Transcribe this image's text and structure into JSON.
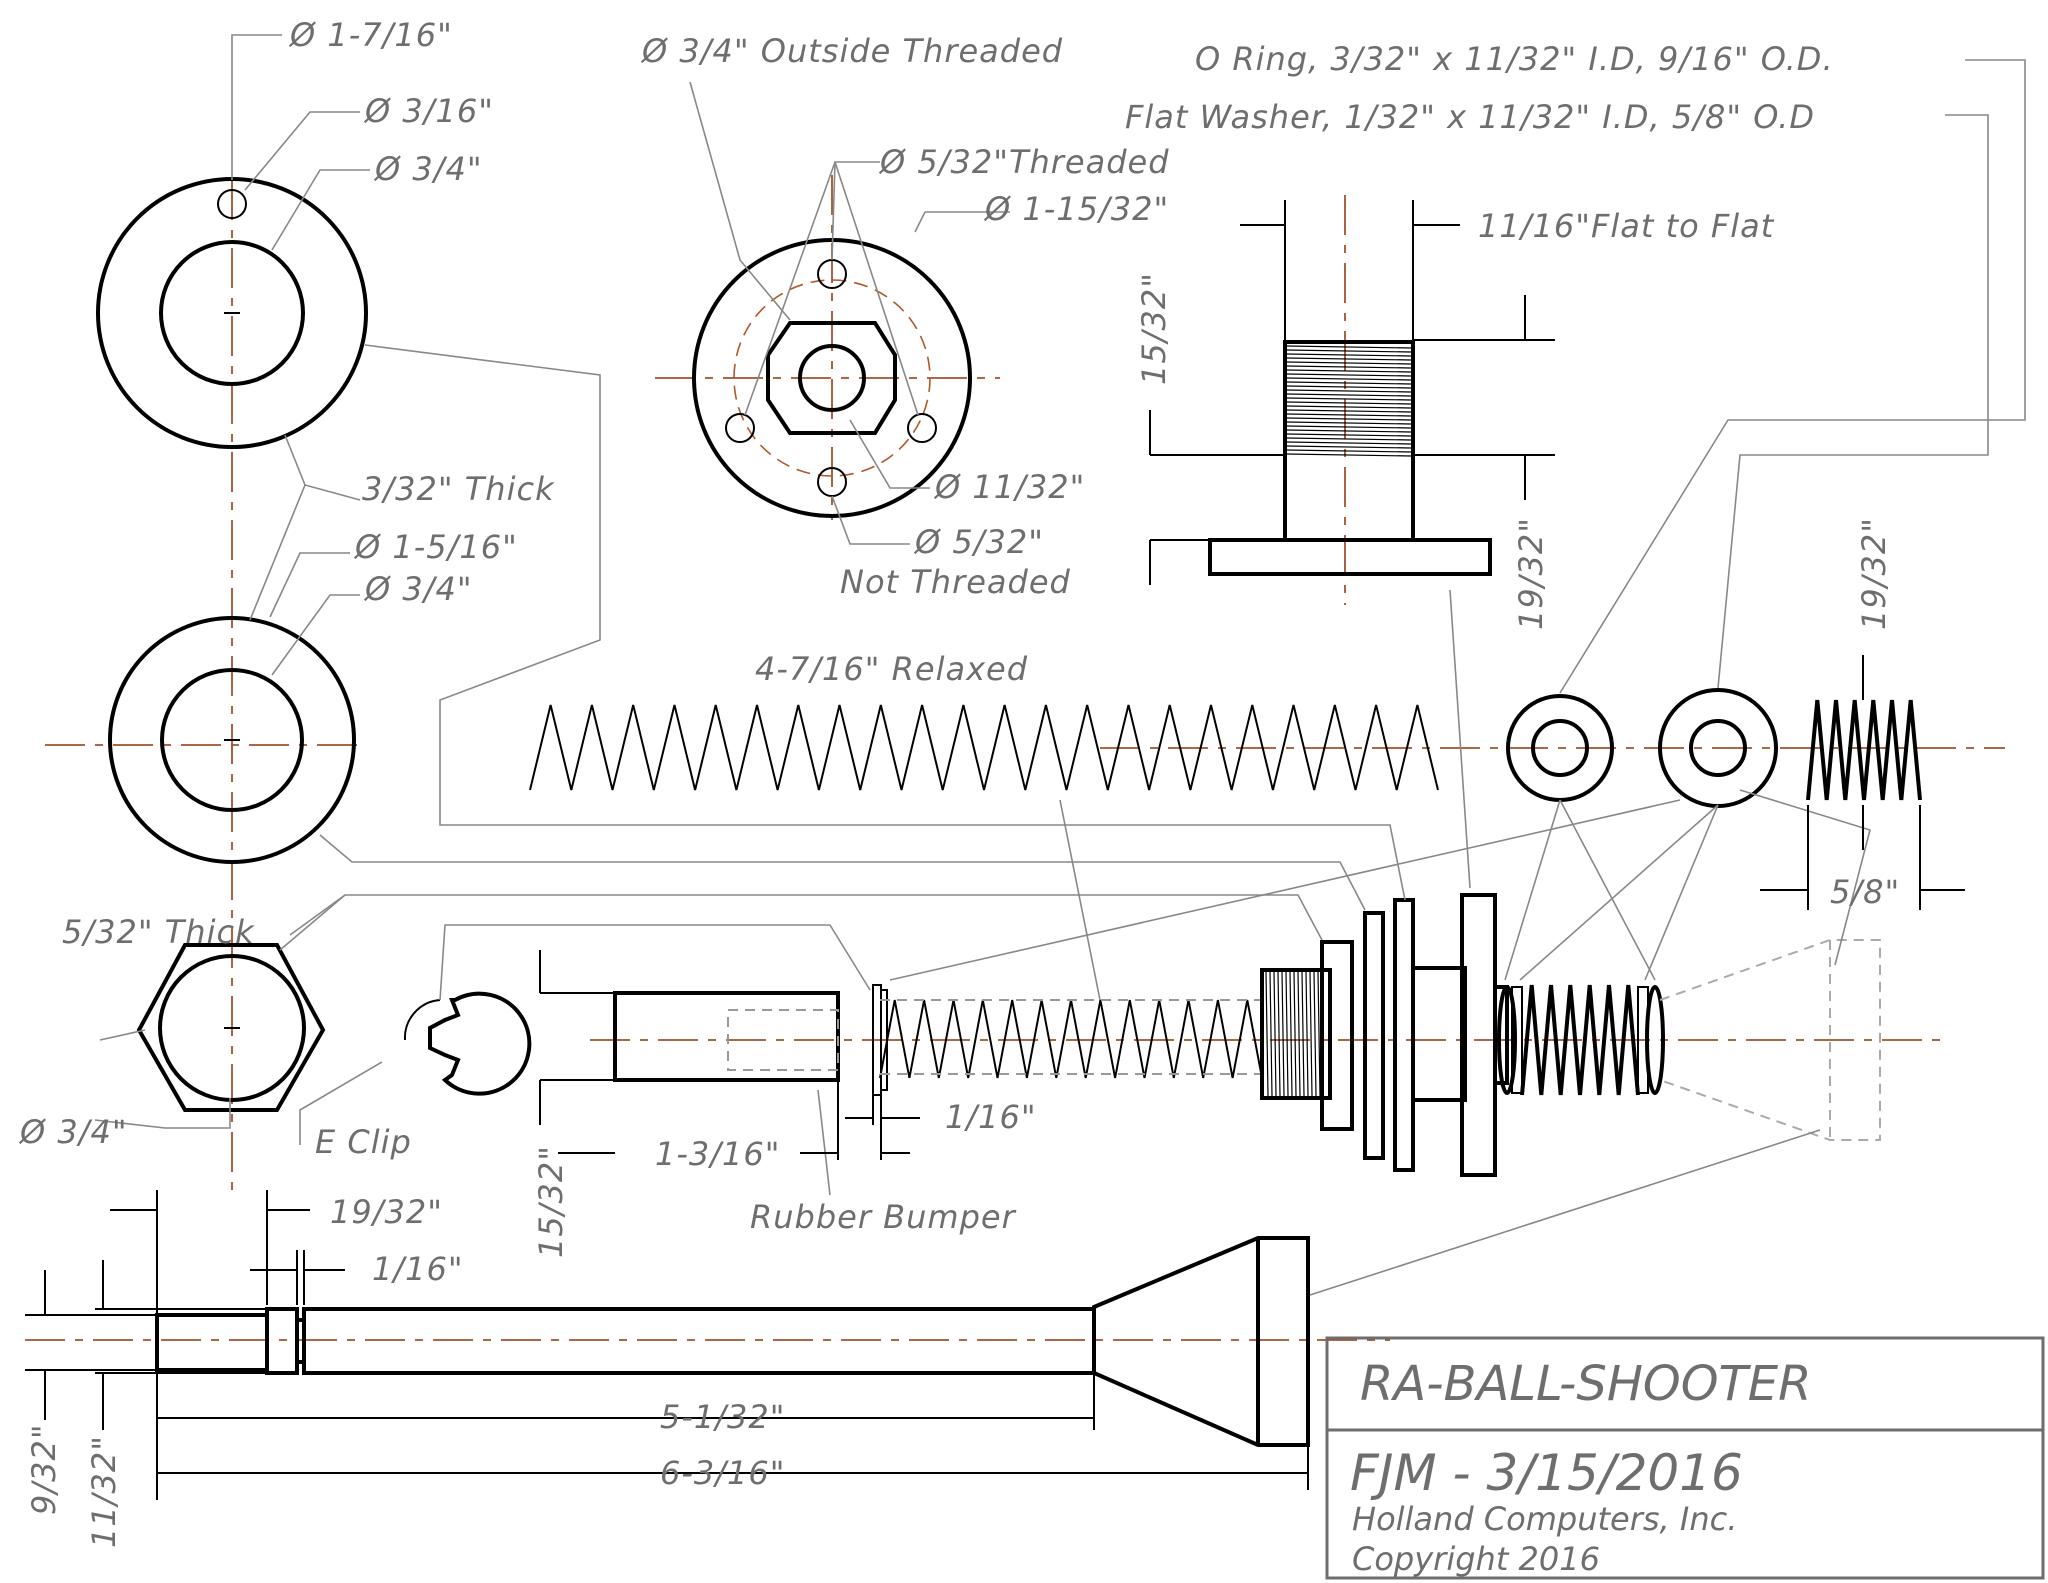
{
  "title_block": {
    "title": "RA-BALL-SHOOTER",
    "author_date": "FJM - 3/15/2016",
    "company": "Holland Computers, Inc.",
    "copyright": "Copyright 2016"
  },
  "labels": {
    "dia_1_7_16": "Ø 1-7/16\"",
    "dia_3_16": "Ø 3/16\"",
    "dia_3_4_a": "Ø 3/4\"",
    "thick_3_32": "3/32\" Thick",
    "dia_1_5_16": "Ø 1-5/16\"",
    "dia_3_4_b": "Ø 3/4\"",
    "outside_threaded": "Ø 3/4\" Outside Threaded",
    "dia_5_32_threaded": "Ø 5/32\"Threaded",
    "dia_1_15_32": "Ø 1-15/32\"",
    "dia_11_32": "Ø 11/32\"",
    "dia_5_32_not": "Ø 5/32\"",
    "not_threaded": "Not Threaded",
    "o_ring": "O Ring, 3/32\" x 11/32\" I.D, 9/16\" O.D.",
    "flat_washer": "Flat Washer, 1/32\" x 11/32\" I.D, 5/8\" O.D",
    "flat_to_flat": "11/16\"Flat to Flat",
    "dim_15_32_a": "15/32\"",
    "dim_19_32_a": "19/32\"",
    "dim_19_32_b": "19/32\"",
    "relaxed": "4-7/16\" Relaxed",
    "thick_5_32": "5/32\" Thick",
    "dia_3_4_hex": "Ø 3/4\"",
    "e_clip": "E Clip",
    "dim_5_8": "5/8\"",
    "dim_1_16_a": "1/16\"",
    "dim_1_3_16": "1-3/16\"",
    "rubber_bumper": "Rubber Bumper",
    "dim_15_32_b": "15/32\"",
    "dim_19_32_c": "19/32\"",
    "dim_1_16_b": "1/16\"",
    "dim_9_32": "9/32\"",
    "dim_11_32": "11/32\"",
    "dim_5_1_32": "5-1/32\"",
    "dim_6_3_16": "6-3/16\""
  }
}
